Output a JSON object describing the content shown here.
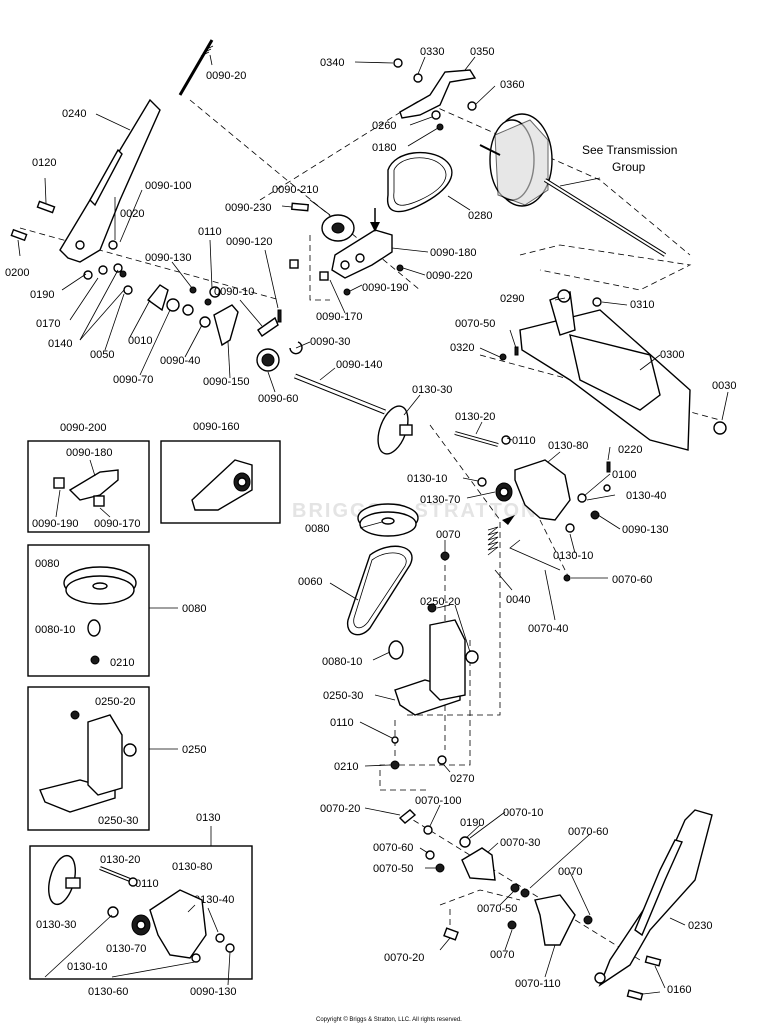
{
  "watermark": "BRIGGS & STRATTON",
  "note": [
    "See Transmission",
    "Group"
  ],
  "copyright": "Copyright © Briggs & Stratton, LLC. All rights reserved.",
  "insets": {
    "i0090_200": {
      "title": "0090-200",
      "labels": [
        "0090-180",
        "0090-190",
        "0090-170"
      ]
    },
    "i0090_160": {
      "title": "0090-160"
    },
    "i0080": {
      "title": "0080",
      "labels": [
        "0080",
        "0080-10",
        "0210"
      ]
    },
    "i0250": {
      "title": "0250",
      "labels": [
        "0250-20",
        "0250-30"
      ]
    },
    "i0130": {
      "title": "0130",
      "labels": [
        "0130-20",
        "0130-80",
        "0110",
        "0130-40",
        "0130-30",
        "0130-70",
        "0130-10",
        "0130-60",
        "0090-130"
      ]
    }
  },
  "labels": {
    "l0090_20a": "0090-20",
    "l0340": "0340",
    "l0330": "0330",
    "l0350": "0350",
    "l0360": "0360",
    "l0260": "0260",
    "l0180": "0180",
    "l0280": "0280",
    "l0240": "0240",
    "l0120": "0120",
    "l0090_100": "0090-100",
    "l0020": "0020",
    "l0200": "0200",
    "l0190": "0190",
    "l0170": "0170",
    "l0140": "0140",
    "l0050": "0050",
    "l0010": "0010",
    "l0090_70": "0090-70",
    "l0090_40": "0090-40",
    "l0090_130a": "0090-130",
    "l0110a": "0110",
    "l0090_120": "0090-120",
    "l0090_10": "0090-10",
    "l0090_150": "0090-150",
    "l0090_60": "0090-60",
    "l0090_30": "0090-30",
    "l0090_140": "0090-140",
    "l0090_210": "0090-210",
    "l0090_230": "0090-230",
    "l0090_180": "0090-180",
    "l0090_220": "0090-220",
    "l0090_190": "0090-190",
    "l0090_170": "0090-170",
    "l0290": "0290",
    "l0310": "0310",
    "l0070_50a": "0070-50",
    "l0320": "0320",
    "l0300": "0300",
    "l0030": "0030",
    "l0130_30": "0130-30",
    "l0130_20": "0130-20",
    "l0110b": "0110",
    "l0130_80": "0130-80",
    "l0220": "0220",
    "l0100": "0100",
    "l0130_10a": "0130-10",
    "l0130_70": "0130-70",
    "l0130_40": "0130-40",
    "l0090_130b": "0090-130",
    "l0130_10b": "0130-10",
    "l0080": "0080",
    "l0070a": "0070",
    "l0060": "0060",
    "l0040": "0040",
    "l0070_60a": "0070-60",
    "l0070_40": "0070-40",
    "l0250_20": "0250-20",
    "l0080_10": "0080-10",
    "l0250_30": "0250-30",
    "l0110c": "0110",
    "l0210": "0210",
    "l0270": "0270",
    "l0070_20a": "0070-20",
    "l0070_100": "0070-100",
    "l0070_10": "0070-10",
    "l0190b": "0190",
    "l0070_30": "0070-30",
    "l0070_60b": "0070-60",
    "l0070_60c": "0070-60",
    "l0070_50b": "0070-50",
    "l0070b": "0070",
    "l0070_50c": "0070-50",
    "l0230": "0230",
    "l0070c": "0070",
    "l0160": "0160",
    "l0070_20b": "0070-20",
    "l0070_110": "0070-110"
  }
}
